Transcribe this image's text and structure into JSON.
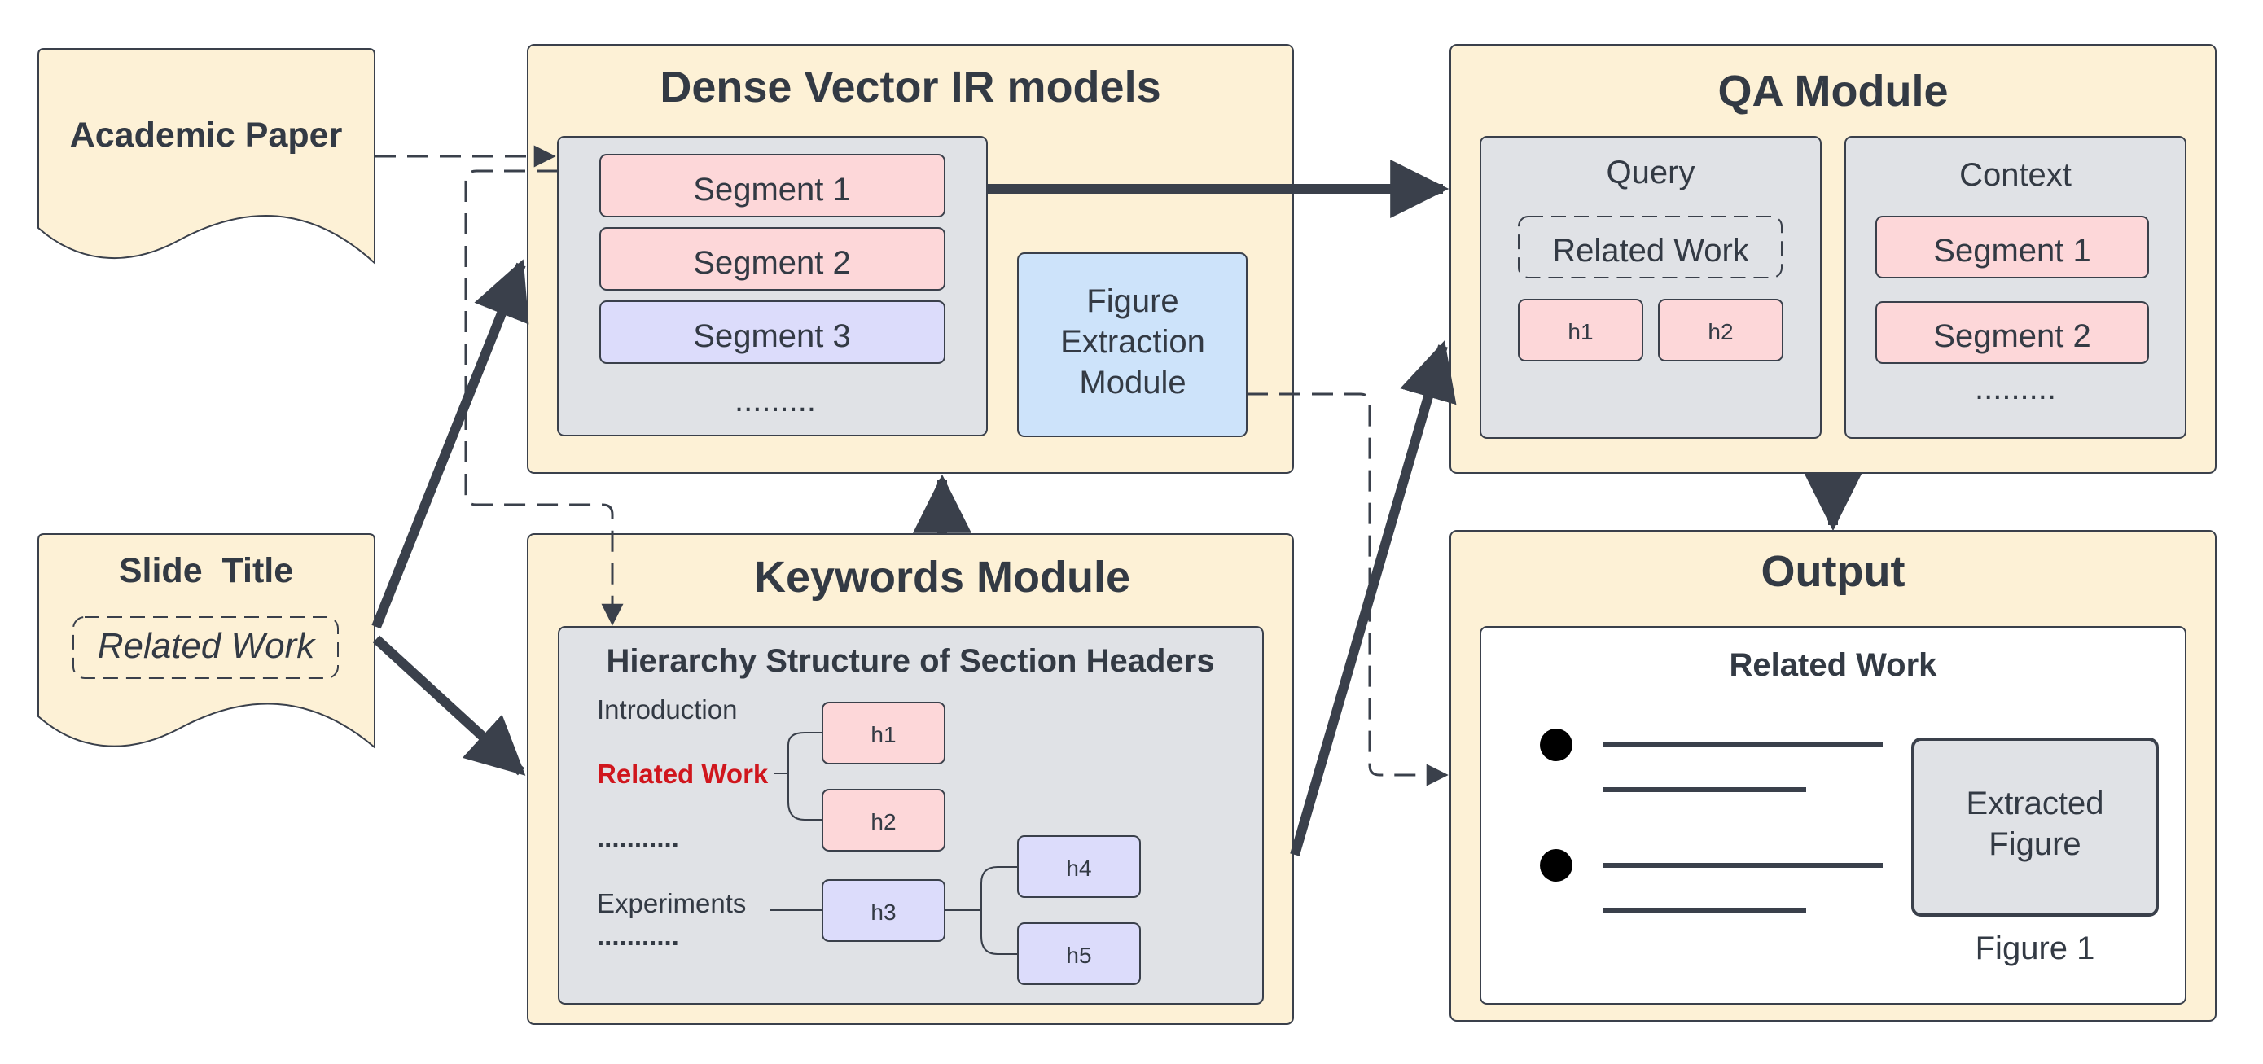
{
  "colors": {
    "panel_fill": "#fdf1d6",
    "inner_fill": "#e0e2e6",
    "pink": "#fdd7d9",
    "lavender": "#dcdcfb",
    "blue": "#cde3fa",
    "stroke": "#3a404b",
    "highlight_red": "#d0161d"
  },
  "academic_paper": {
    "label": "Academic Paper"
  },
  "slide_title": {
    "label": "Slide  Title",
    "value": "Related Work"
  },
  "dense": {
    "title": "Dense Vector IR models",
    "segments": [
      "Segment 1",
      "Segment 2",
      "Segment 3"
    ],
    "ellipsis": ".........",
    "figure_module": [
      "Figure",
      "Extraction",
      "Module"
    ]
  },
  "keywords": {
    "title": "Keywords Module",
    "hierarchy_title": "Hierarchy Structure of Section Headers",
    "introduction": "Introduction",
    "related_work": "Related Work",
    "dots1": "...........",
    "experiments": "Experiments",
    "dots2": "...........",
    "h1": "h1",
    "h2": "h2",
    "h3": "h3",
    "h4": "h4",
    "h5": "h5"
  },
  "qa": {
    "title": "QA Module",
    "query_label": "Query",
    "query_value": "Related Work",
    "h1": "h1",
    "h2": "h2",
    "context_label": "Context",
    "segments": [
      "Segment 1",
      "Segment 2"
    ],
    "ellipsis": "........."
  },
  "output": {
    "title": "Output",
    "slide_heading": "Related Work",
    "figure_box": [
      "Extracted",
      "Figure"
    ],
    "figure_caption": "Figure 1"
  }
}
